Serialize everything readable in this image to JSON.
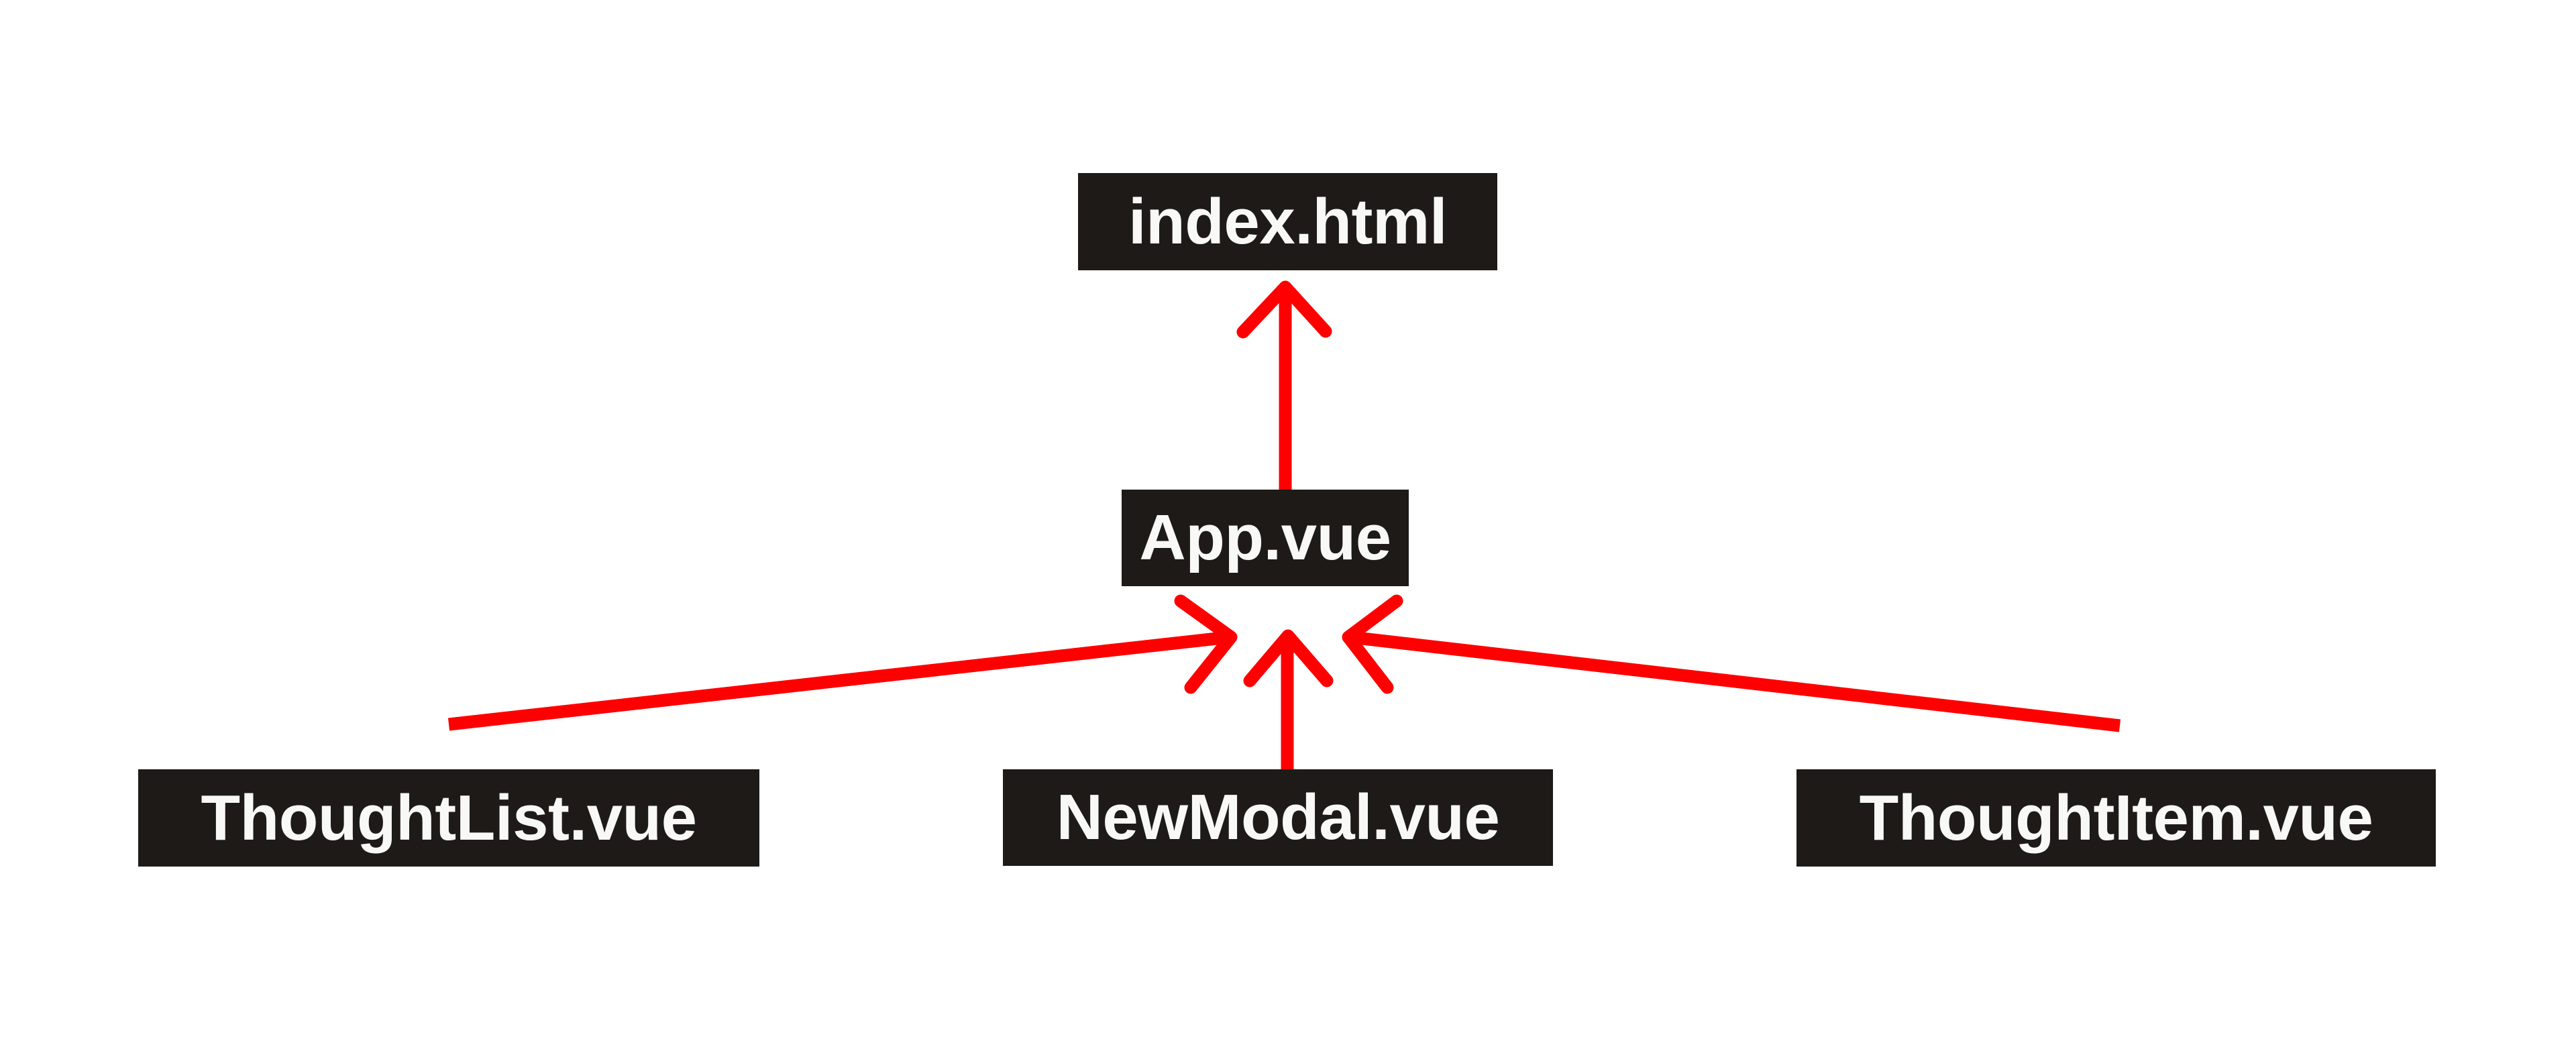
{
  "diagram": {
    "title": "Vue component dependency diagram",
    "background_color": "#ffffff",
    "node_fill_color": "#1e1a17",
    "node_text_color": "#f8f8f6",
    "arrow_color": "#ff0000",
    "nodes": [
      {
        "id": "index-html",
        "label": "index.html",
        "level": "root"
      },
      {
        "id": "app-vue",
        "label": "App.vue",
        "level": "middle"
      },
      {
        "id": "thoughtlist-vue",
        "label": "ThoughtList.vue",
        "level": "leaf"
      },
      {
        "id": "newmodal-vue",
        "label": "NewModal.vue",
        "level": "leaf"
      },
      {
        "id": "thoughtitem-vue",
        "label": "ThoughtItem.vue",
        "level": "leaf"
      }
    ],
    "edges": [
      {
        "id": "edge-app-to-index",
        "from": "App.vue",
        "to": "index.html",
        "style": "arrow-up"
      },
      {
        "id": "edge-thoughtlist-to-app",
        "from": "ThoughtList.vue",
        "to": "App.vue",
        "style": "arrow-diagonal-right"
      },
      {
        "id": "edge-newmodal-to-app",
        "from": "NewModal.vue",
        "to": "App.vue",
        "style": "arrow-up"
      },
      {
        "id": "edge-thoughtitem-to-app",
        "from": "ThoughtItem.vue",
        "to": "App.vue",
        "style": "arrow-diagonal-left"
      }
    ]
  }
}
